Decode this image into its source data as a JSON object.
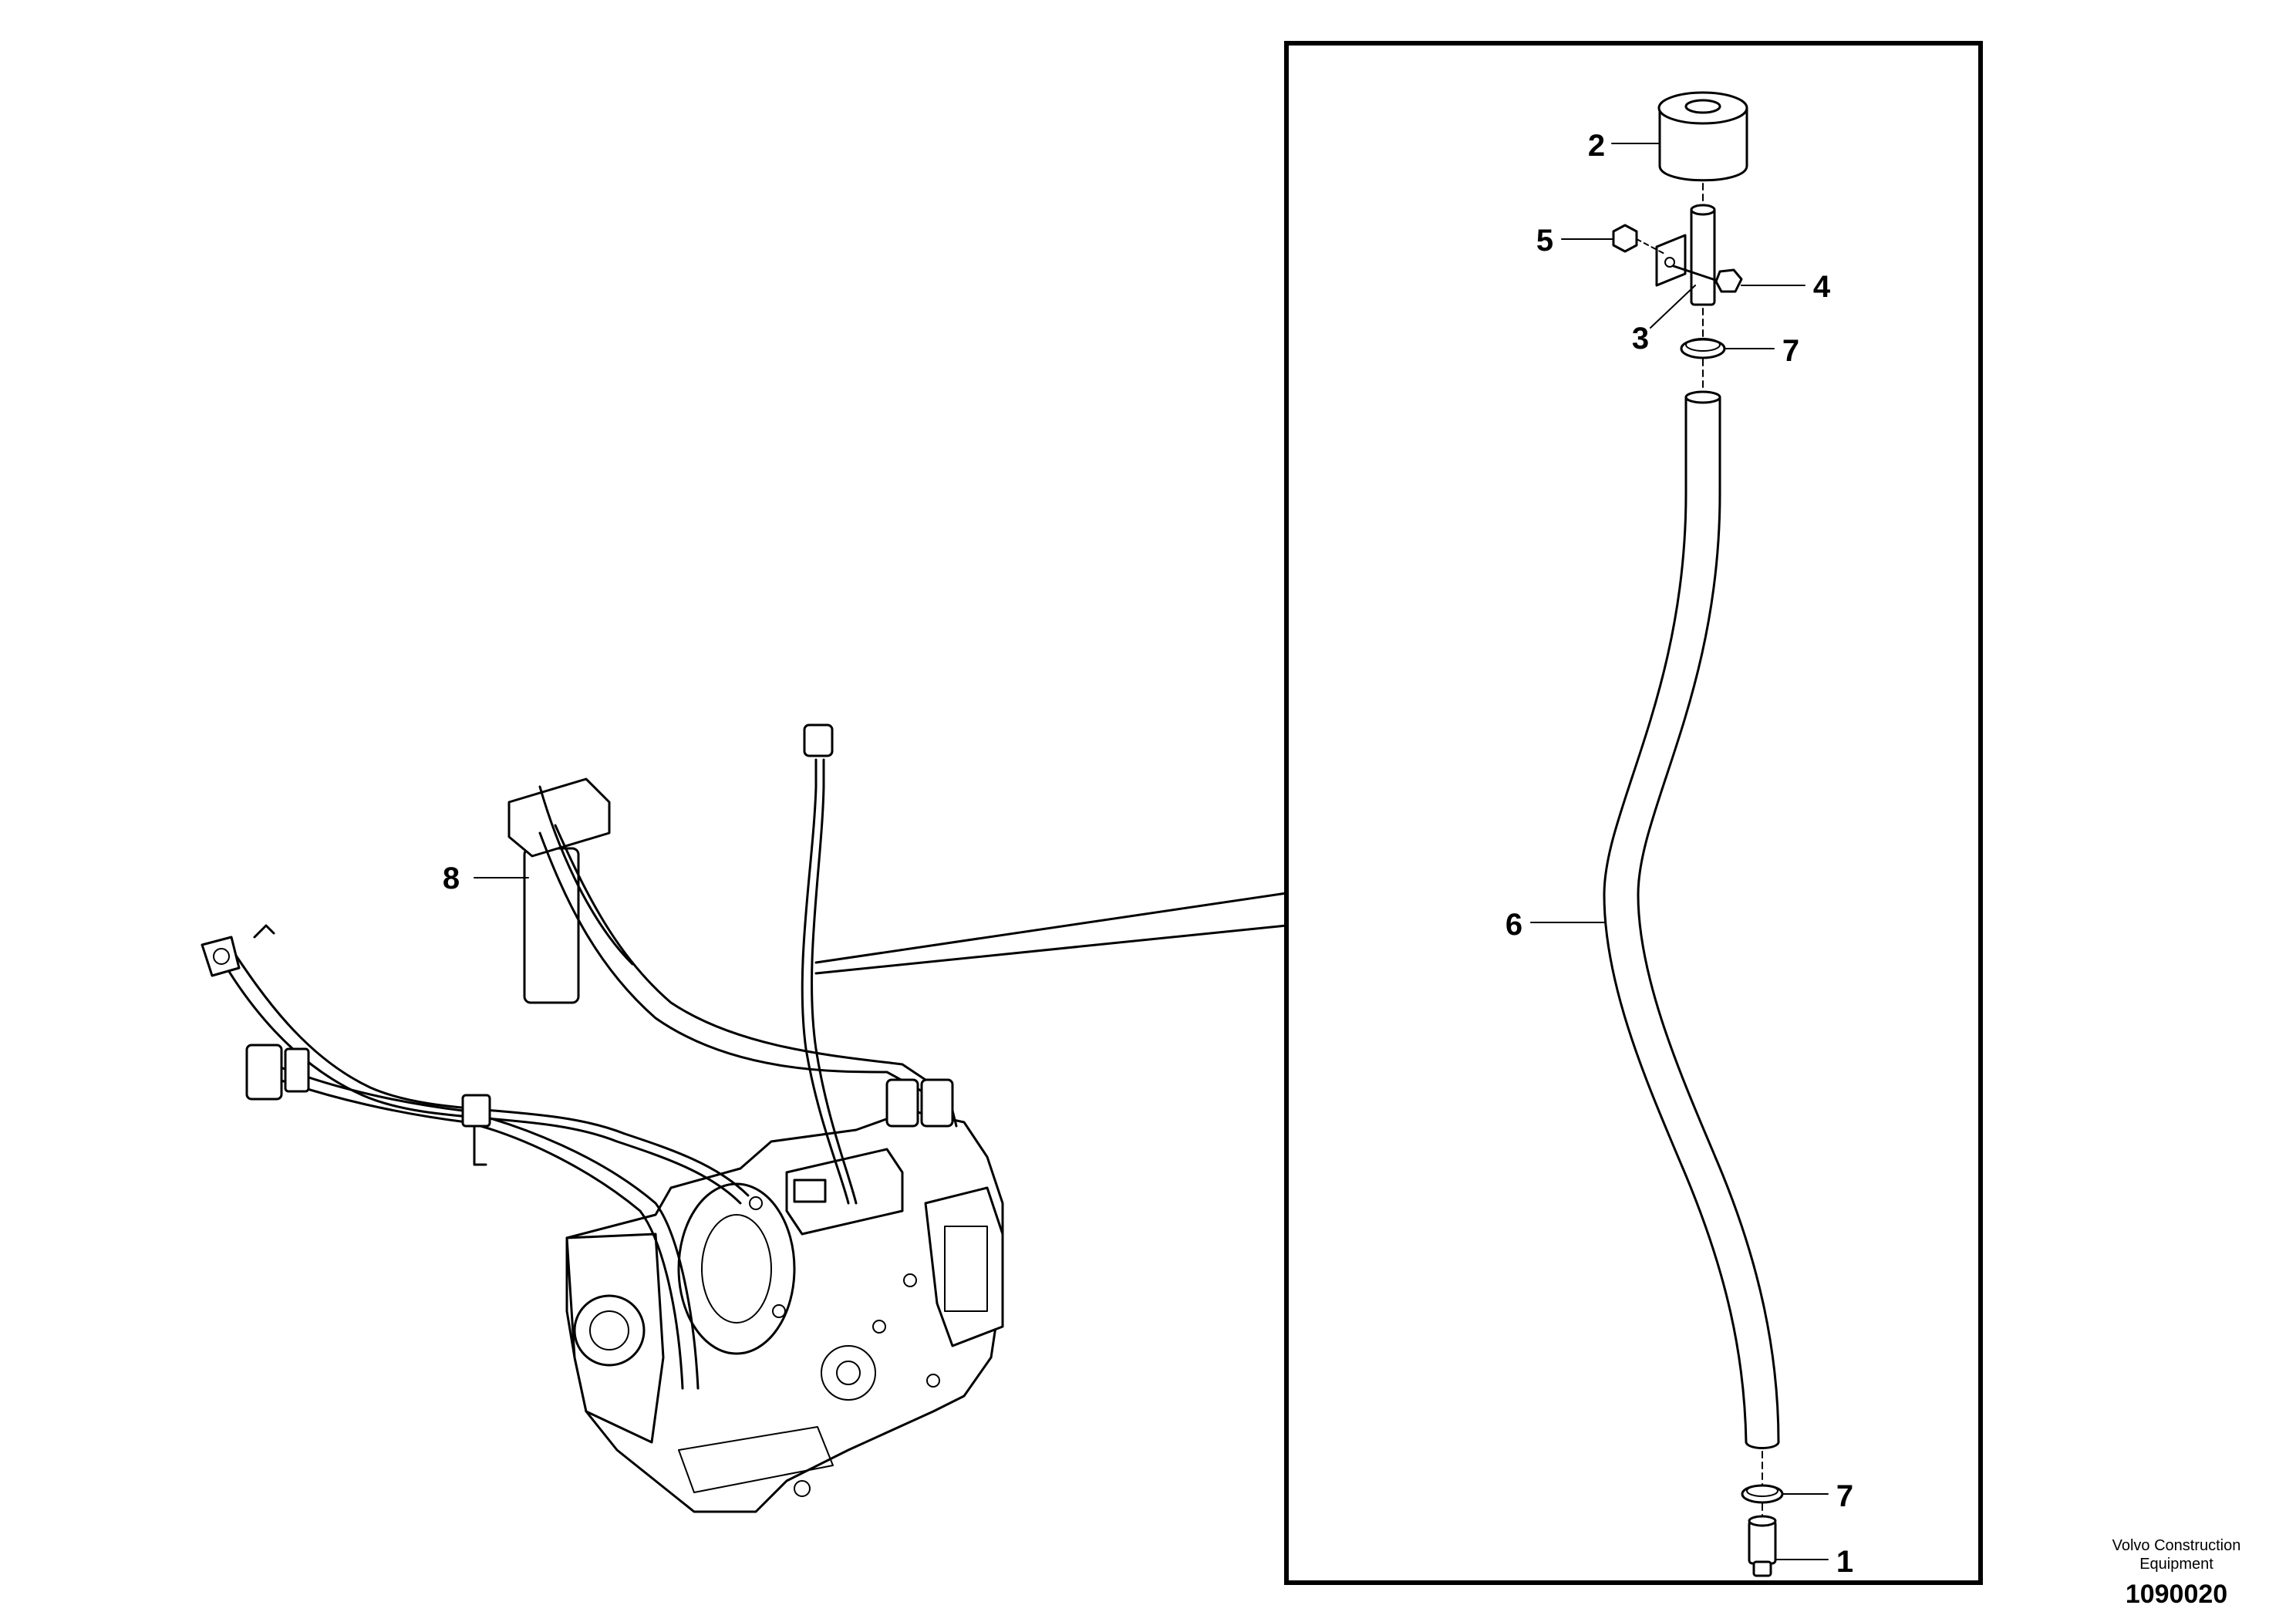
{
  "callouts": {
    "c1": "1",
    "c2": "2",
    "c3": "3",
    "c4": "4",
    "c5": "5",
    "c6": "6",
    "c7a": "7",
    "c7b": "7",
    "c8": "8"
  },
  "footer": {
    "maker_line1": "Volvo Construction",
    "maker_line2": "Equipment",
    "doc_number": "1090020"
  }
}
